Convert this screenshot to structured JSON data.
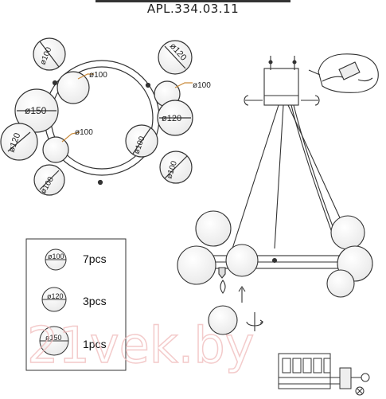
{
  "model": "APL.334.03.11",
  "globe_labels": {
    "d100": "ø100",
    "d120": "ø120",
    "d150": "ø150"
  },
  "legend": [
    {
      "size": "ø100",
      "qty": "7pcs"
    },
    {
      "size": "ø120",
      "qty": "3pcs"
    },
    {
      "size": "ø150",
      "qty": "1pcs"
    }
  ],
  "watermark": "21vek.by",
  "colors": {
    "line": "#333333",
    "leader": "#c98a3a",
    "watermark": "#f2c2c2"
  }
}
